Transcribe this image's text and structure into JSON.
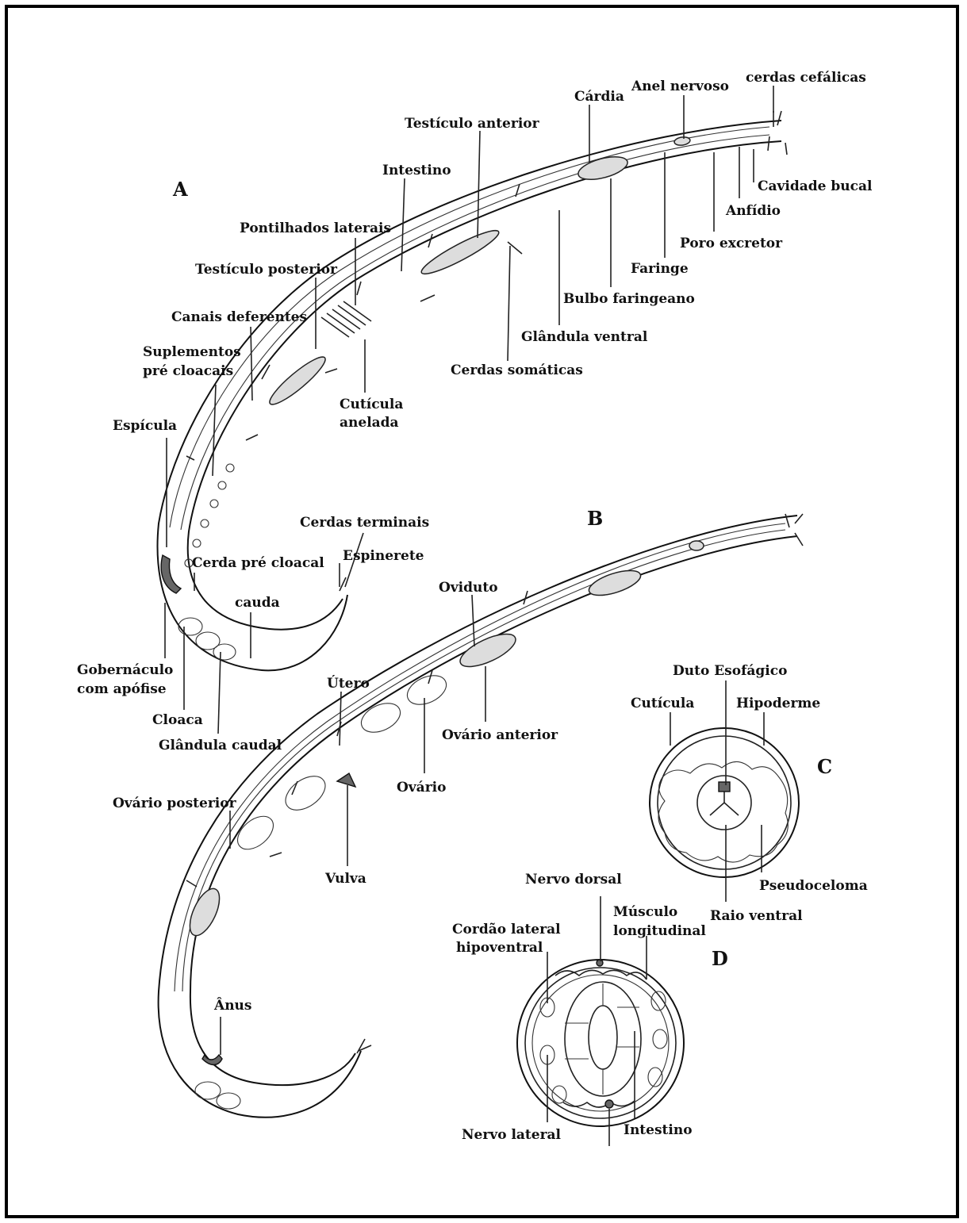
{
  "panels": {
    "A": "A",
    "B": "B",
    "C": "C",
    "D": "D"
  },
  "labels_A": {
    "cerdas_cefalicas": "cerdas  cefálicas",
    "anel_nervoso": "Anel nervoso",
    "cardia": "Cárdia",
    "testiculo_anterior": "Testículo anterior",
    "intestino": "Intestino",
    "cavidade_bucal": "Cavidade bucal",
    "anfidio": "Anfídio",
    "poro_excretor": "Poro excretor",
    "faringe": "Faringe",
    "bulbo_faringeano": "Bulbo faringeano",
    "glandula_ventral": "Glândula ventral",
    "cerdas_somaticas": "Cerdas somáticas",
    "pontilhados_laterais": "Pontilhados laterais",
    "testiculo_posterior": "Testículo posterior",
    "canais_deferentes": "Canais  deferentes",
    "suplementos_1": "Suplementos",
    "suplementos_2": "pré cloacais",
    "cuticula_anelada_1": "Cutícula",
    "cuticula_anelada_2": "anelada",
    "espicula": "Espícula",
    "cerdas_terminais": "Cerdas terminais",
    "cerda_pre_cloacal": "Cerda pré cloacal",
    "espinerete": "Espinerete",
    "cauda": "cauda",
    "gubernaculo_1": "Gobernáculo",
    "gubernaculo_2": "com apófise",
    "cloaca": "Cloaca",
    "glandula_caudal": "Glândula caudal"
  },
  "labels_B": {
    "oviduto": "Oviduto",
    "utero": "Útero",
    "ovario_anterior": "Ovário anterior",
    "ovario": "Ovário",
    "ovario_posterior": "Ovário posterior",
    "vulva": "Vulva",
    "anus": "Ânus"
  },
  "labels_C": {
    "duto_esofagico": "Duto Esofágico",
    "cuticula": "Cutícula",
    "hipoderme": "Hipoderme",
    "pseudoceloma": "Pseudoceloma",
    "raio_ventral": "Raio ventral"
  },
  "labels_D": {
    "nervo_dorsal": "Nervo dorsal",
    "musculo_1": "Músculo",
    "musculo_2": "longitudinal",
    "cordao_1": "Cordão lateral",
    "cordao_2": "hipoventral",
    "nervo_lateral": "Nervo lateral",
    "intestino": "Intestino"
  }
}
